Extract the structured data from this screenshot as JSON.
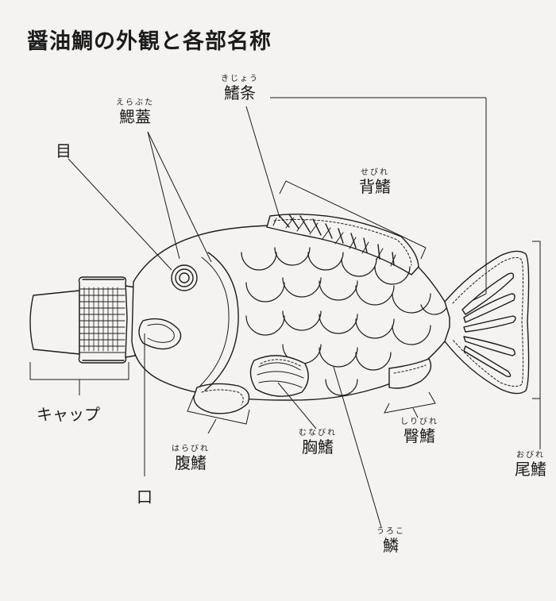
{
  "title": "醤油鯛の外観と各部名称",
  "labels": {
    "kijou": {
      "name": "鰭条",
      "ruby": "きじょう"
    },
    "erabuta": {
      "name": "鰓蓋",
      "ruby": "えらぶた"
    },
    "me": {
      "name": "目"
    },
    "sebire": {
      "name": "背鰭",
      "ruby": "せびれ"
    },
    "cap": {
      "name": "キャップ"
    },
    "harabire": {
      "name": "腹鰭",
      "ruby": "はらびれ"
    },
    "kuchi": {
      "name": "口"
    },
    "munabire": {
      "name": "胸鰭",
      "ruby": "むなびれ"
    },
    "shiribire": {
      "name": "臀鰭",
      "ruby": "しりびれ"
    },
    "obire": {
      "name": "尾鰭",
      "ruby": "おびれ"
    },
    "uroko": {
      "name": "鱗",
      "ruby": "うろこ"
    }
  }
}
